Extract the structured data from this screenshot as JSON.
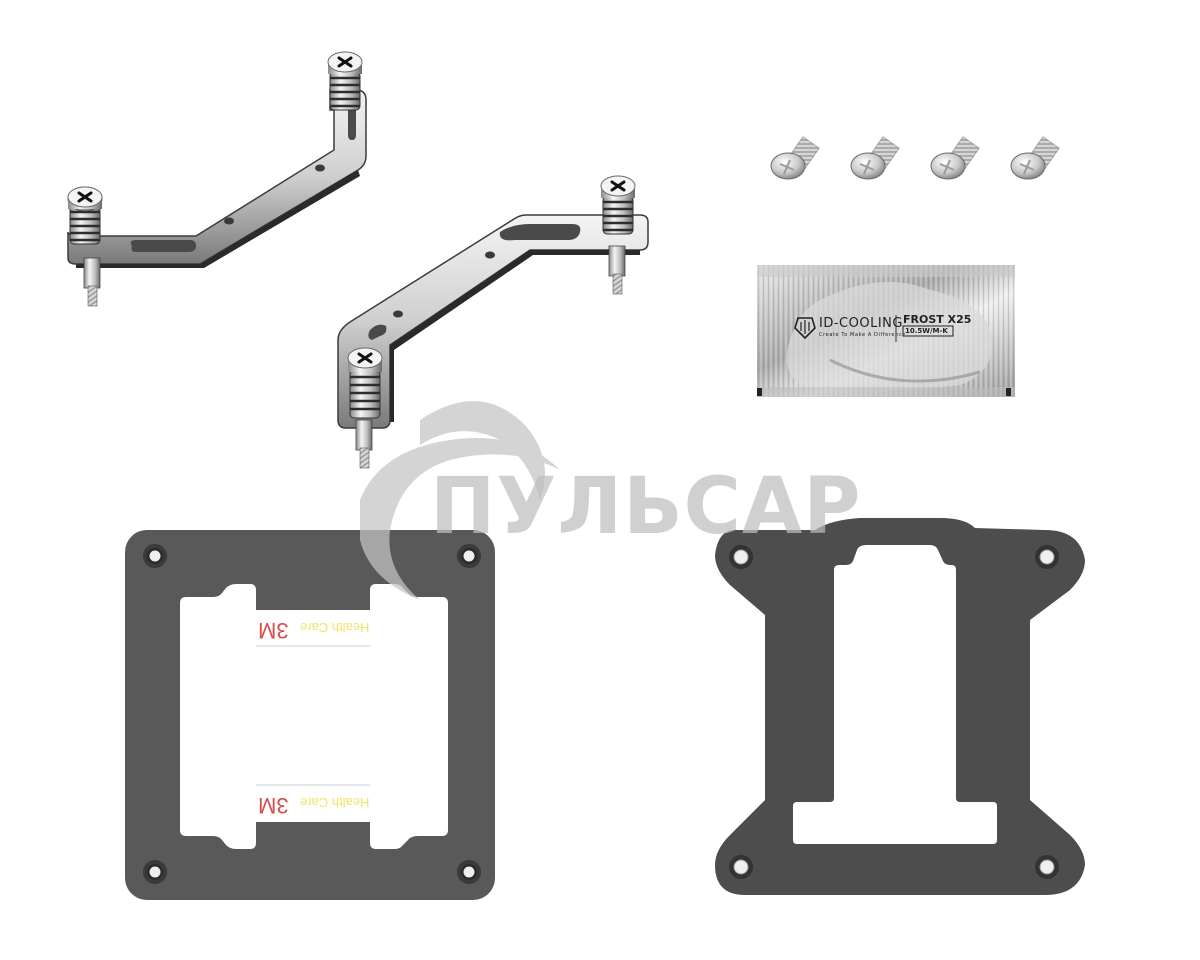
{
  "scene": {
    "subject": "CPU cooler mounting kit",
    "background_color": "#ffffff"
  },
  "watermark": {
    "text": "ПУЛЬСАР",
    "color": "#bebebe"
  },
  "thermal_paste": {
    "brand": "ID-COOLING",
    "slogan": "Create To Make A Difference",
    "product": "FROST X25",
    "spec": "10.5W/M-K"
  },
  "backplate_amd": {
    "tape_labels": [
      {
        "brand": "3M",
        "text": "Health Care"
      },
      {
        "brand": "3M",
        "text": "Health Care"
      }
    ],
    "plate_color": "#595959"
  },
  "backplate_intel": {
    "plate_color": "#4d4d4d"
  },
  "screws": {
    "count": 4
  },
  "mounting_brackets": {
    "count": 2
  }
}
